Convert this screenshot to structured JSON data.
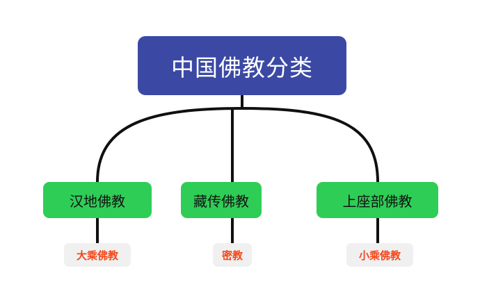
{
  "diagram": {
    "type": "tree",
    "orientation": "top-down",
    "background": "#ffffff",
    "root": {
      "label": "中国佛教分类",
      "fill": "#3b49a5",
      "text_color": "#ffffff"
    },
    "branch_fill": "#2ecd56",
    "branch_text_color": "#121212",
    "leaf_fill": "#f0f0f0",
    "leaf_text_color": "#f4471a",
    "edge_color": "#101010",
    "branches": [
      {
        "label": "汉地佛教",
        "leaf": "大乘佛教"
      },
      {
        "label": "藏传佛教",
        "leaf": "密教"
      },
      {
        "label": "上座部佛教",
        "leaf": "小乘佛教"
      }
    ]
  }
}
